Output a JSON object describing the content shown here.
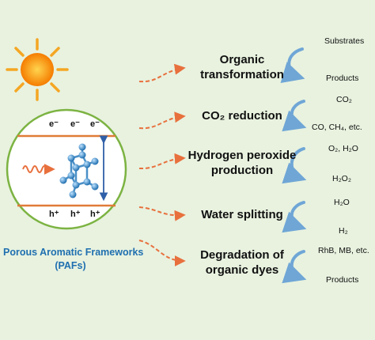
{
  "framework": {
    "name_line1": "Porous Aromatic Frameworks",
    "name_line2": "(PAFs)",
    "electron_labels": [
      "e⁻",
      "e⁻",
      "e⁻"
    ],
    "hole_labels": [
      "h⁺",
      "h⁺",
      "h⁺"
    ]
  },
  "applications": [
    {
      "line1": "Organic",
      "line2": "transformation",
      "reactant": "Substrates",
      "product": "Products"
    },
    {
      "line1": "CO₂ reduction",
      "line2": "",
      "reactant": "CO₂",
      "product": "CO, CH₄, etc."
    },
    {
      "line1": "Hydrogen peroxide",
      "line2": "production",
      "reactant": "O₂, H₂O",
      "product": "H₂O₂"
    },
    {
      "line1": "Water splitting",
      "line2": "",
      "reactant": "H₂O",
      "product": "H₂"
    },
    {
      "line1": "Degradation of",
      "line2": "organic dyes",
      "reactant": "RhB, MB, etc.",
      "product": "Products"
    }
  ],
  "colors": {
    "background": "#e8f2df",
    "circle_border": "#7cb342",
    "band_line": "#e07b39",
    "arrow": "#e8703d",
    "curve_arrow": "#6fa6d6",
    "sun": "#f5a623",
    "molecule": "#4a90c8",
    "title": "#1f6fb0"
  }
}
